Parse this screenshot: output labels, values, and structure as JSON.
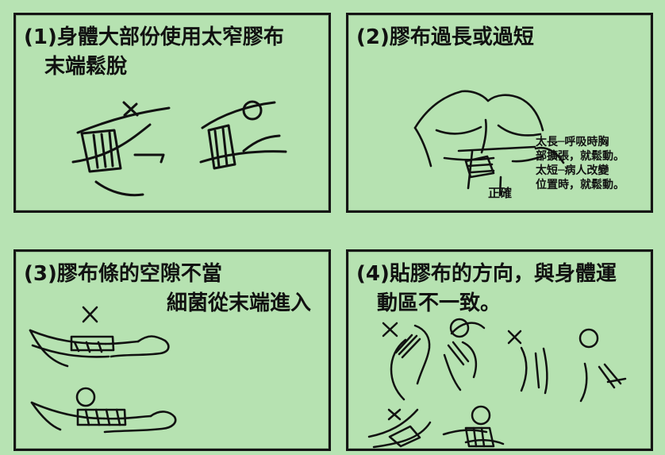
{
  "panels": [
    {
      "title_line1": "(1)身體大部份使用太窄膠布",
      "title_line2": "末端鬆脫"
    },
    {
      "title_line1": "(2)膠布過長或過短",
      "note1": "太長─呼吸時胸",
      "note2": "部擴張，就鬆動。",
      "note3": "太短─病人改變",
      "note4": "位置時，就鬆動。",
      "label": "正確"
    },
    {
      "title_line1": "(3)膠布條的空隙不當",
      "title_line2": "細菌從末端進入"
    },
    {
      "title_line1": "(4)貼膠布的方向，與身體運",
      "title_line2": "動區不一致。"
    }
  ],
  "icons": {
    "correct": "circle-mark",
    "wrong": "x-mark"
  }
}
